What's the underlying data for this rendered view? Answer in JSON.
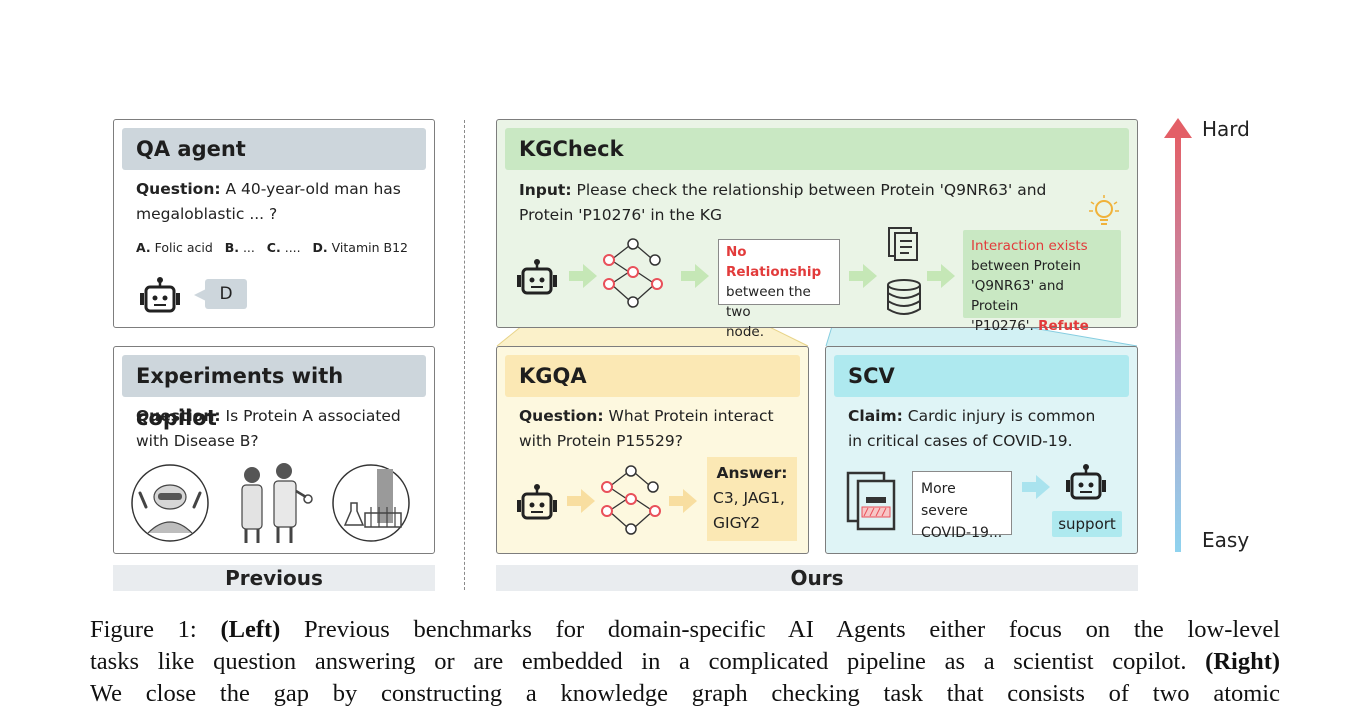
{
  "left": {
    "qa": {
      "title": "QA agent",
      "question_label": "Question:",
      "question_line1": "A 40-year-old man has",
      "question_line2": "megaloblastic ... ?",
      "options": [
        {
          "key": "A.",
          "text": "Folic acid"
        },
        {
          "key": "B.",
          "text": "..."
        },
        {
          "key": "C.",
          "text": "...."
        },
        {
          "key": "D.",
          "text": "Vitamin B12"
        }
      ],
      "answer": "D"
    },
    "copilot": {
      "title": "Experiments with copilot",
      "question_label": "Question:",
      "question_line1": "Is Protein A associated",
      "question_line2": "with Disease B?"
    },
    "footer": "Previous"
  },
  "right": {
    "kgcheck": {
      "title": "KGCheck",
      "input_label": "Input:",
      "input_line1": "Please check the relationship between Protein 'Q9NR63' and",
      "input_line2": "Protein 'P10276' in the KG",
      "no_rel_title": "No Relationship",
      "no_rel_line1": "between the two",
      "no_rel_line2": "node.",
      "result_line1": "Interaction exists",
      "result_line2": "between Protein",
      "result_line3": "'Q9NR63' and Protein",
      "result_line4": "'P10276'.",
      "result_verdict": "Refute"
    },
    "kgqa": {
      "title": "KGQA",
      "question_label": "Question:",
      "question_line1": "What Protein interact",
      "question_line2": "with Protein P15529?",
      "answer_label": "Answer:",
      "answer_line1": "C3, JAG1,",
      "answer_line2": "GIGY2"
    },
    "scv": {
      "title": "SCV",
      "claim_label": "Claim:",
      "claim_line1": "Cardic injury is common",
      "claim_line2": "in critical cases of COVID-19.",
      "doc_line1": "More severe",
      "doc_line2": "COVID-19...",
      "verdict": "support"
    },
    "footer": "Ours"
  },
  "difficulty": {
    "top": "Hard",
    "bottom": "Easy"
  },
  "caption": {
    "line1_prefix": "Figure 1:",
    "line1_bold": "(Left)",
    "line1_rest": "Previous benchmarks for domain-specific AI Agents either focus on the low-level",
    "line2_rest": "tasks like question answering or are embedded in a complicated pipeline as a scientist copilot.",
    "line2_bold": "(Right)",
    "line3": "We close the gap by constructing a knowledge graph checking task that consists of two atomic"
  },
  "colors": {
    "qa_header": "#cdd6dc",
    "kgcheck_bg": "#eaf4e6",
    "kgcheck_header": "#c9e8c3",
    "kgqa_bg": "#fdf8df",
    "kgqa_header": "#fbe8b4",
    "scv_bg": "#dff4f6",
    "scv_header": "#aee9ef",
    "graph_red": "#e9505a",
    "arrow_green": "#c5e7b6",
    "arrow_yellow": "#f8dea0",
    "arrow_cyan": "#a9e3ee",
    "refute_red": "#e23b3b"
  }
}
